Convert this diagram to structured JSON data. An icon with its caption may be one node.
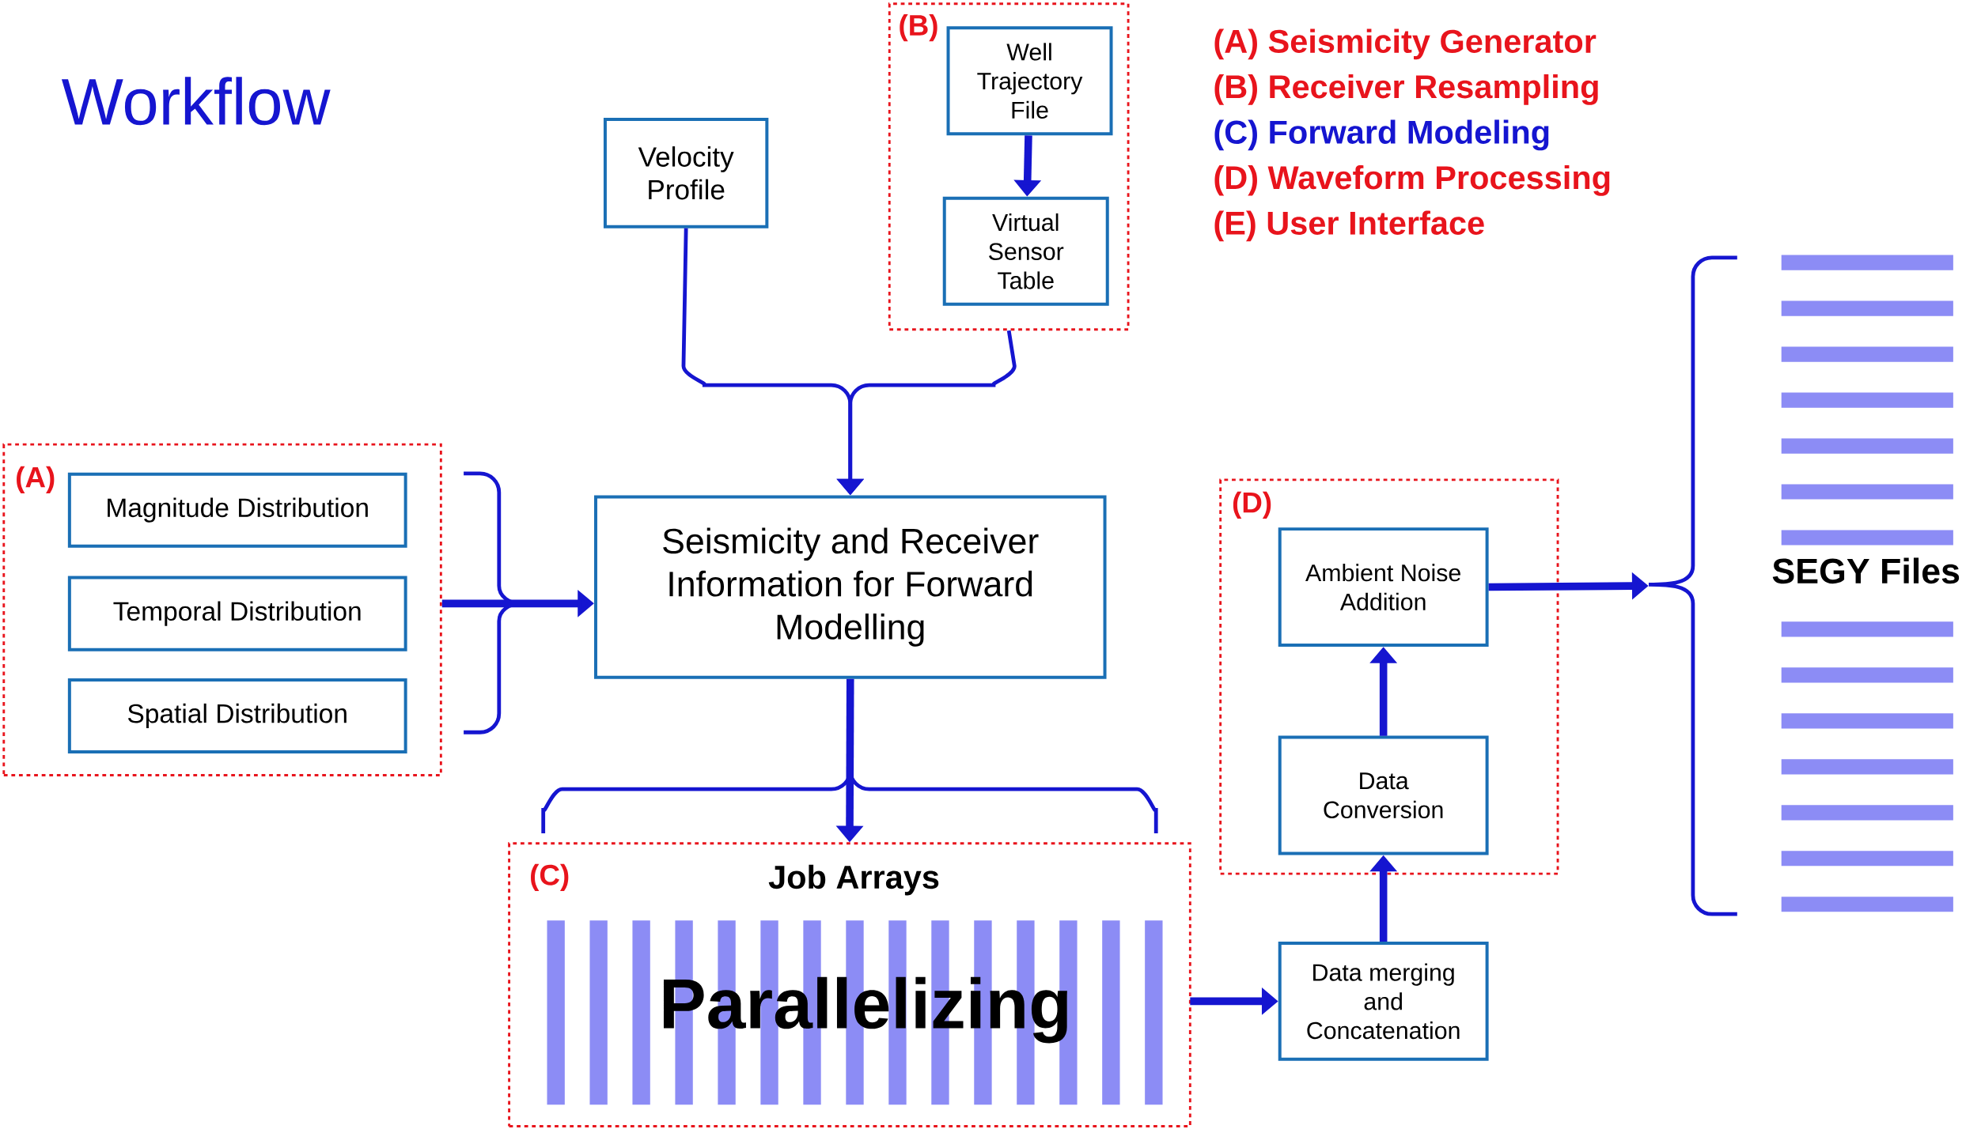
{
  "diagram": {
    "title": "Workflow",
    "nodes": [
      {
        "text": [
          "Velocity Profile"
        ]
      },
      {
        "text": [
          "(B)"
        ]
      },
      {
        "text": [
          "Well Trajectory File"
        ],
        "in": 1
      },
      {
        "text": [
          "Virtual Sensor Table"
        ],
        "in": 1
      },
      {
        "text": [
          "(A)"
        ]
      },
      {
        "text": [
          "Magnitude Distribution"
        ],
        "in": 4
      },
      {
        "text": [
          "Temporal Distribution"
        ],
        "in": 4
      },
      {
        "text": [
          "Spatial Distribution"
        ],
        "in": 4
      },
      {
        "text": [
          "Seismicity and Receiver Information for Forward Modelling"
        ]
      },
      {
        "text": [
          "(C)",
          "Job Arrays",
          "Parallelizing"
        ]
      },
      {
        "text": [
          "(D)"
        ]
      },
      {
        "text": [
          "Ambient Noise Addition"
        ],
        "in": 10
      },
      {
        "text": [
          "Data Conversion"
        ],
        "in": 10
      },
      {
        "text": [
          "Data merging and Concatenation"
        ]
      },
      {
        "text": [
          "SEGY Files"
        ]
      }
    ],
    "edges": [
      {
        "from": 0,
        "to": 8,
        "arrow": "to"
      },
      {
        "from": 1,
        "to": 8,
        "arrow": "to"
      },
      {
        "from": 2,
        "to": 3,
        "arrow": "to"
      },
      {
        "from": 4,
        "to": 8,
        "arrow": "to"
      },
      {
        "from": 8,
        "to": 9,
        "arrow": "to"
      },
      {
        "from": 9,
        "to": 13,
        "arrow": "to"
      },
      {
        "from": 13,
        "to": 12,
        "arrow": "to"
      },
      {
        "from": 12,
        "to": 11,
        "arrow": "to"
      },
      {
        "from": 11,
        "to": 14,
        "arrow": "to"
      }
    ],
    "labels": [
      "(A) Seismicity Generator",
      "(B) Receiver Resampling",
      "(C) Forward Modeling",
      "(D) Waveform Processing",
      "(E) User Interface"
    ]
  }
}
